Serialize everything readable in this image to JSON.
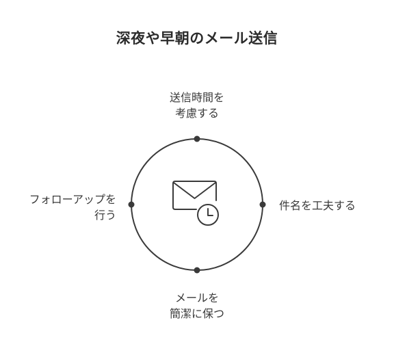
{
  "title": "深夜や早朝のメール送信",
  "center_icon": "mail-clock-icon",
  "nodes": {
    "top": {
      "lines": [
        "送信時間を",
        "考慮する"
      ]
    },
    "right": {
      "lines": [
        "件名を工夫する"
      ]
    },
    "bottom": {
      "lines": [
        "メールを",
        "簡潔に保つ"
      ]
    },
    "left": {
      "lines": [
        "フォローアップを",
        "行う"
      ]
    }
  },
  "colors": {
    "stroke": "#3a3a3a",
    "text": "#3a3a3a",
    "title": "#2b2b2b",
    "background": "#ffffff"
  }
}
